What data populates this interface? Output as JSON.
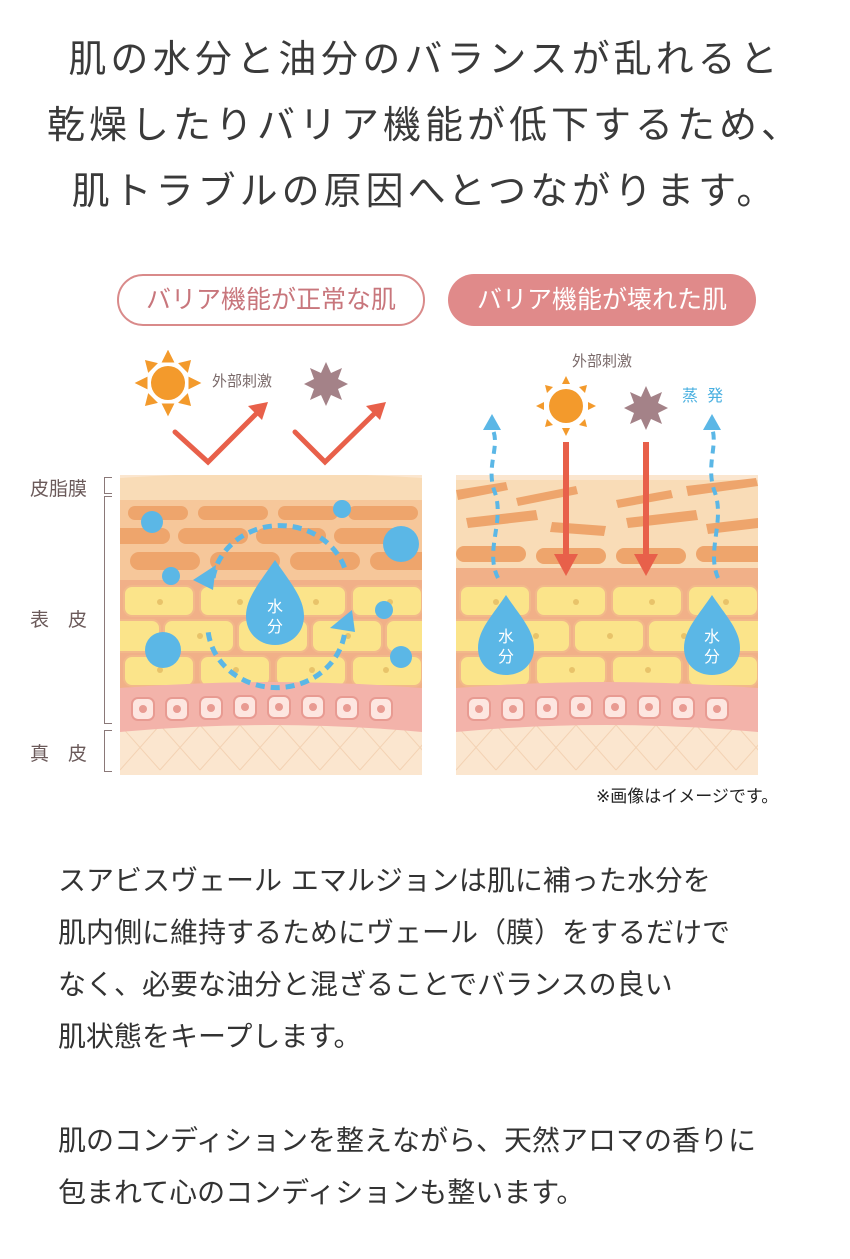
{
  "headline": {
    "line1": "肌の水分と油分のバランスが乱れると",
    "line2": "乾燥したりバリア機能が低下するため、",
    "line3": "肌トラブルの原因へとつながります。"
  },
  "diagram": {
    "label_normal": "バリア機能が正常な肌",
    "label_broken": "バリア機能が壊れた肌",
    "left_stimulus": "外部刺激",
    "right_stimulus": "外部刺激",
    "evaporation": "蒸 発",
    "water_left_1": "水",
    "water_left_2": "分",
    "water_r1_1": "水",
    "water_r1_2": "分",
    "water_r2_1": "水",
    "water_r2_2": "分",
    "layer_sebum": "皮脂膜",
    "layer_epidermis": "表　皮",
    "layer_dermis": "真　皮",
    "note": "※画像はイメージです。"
  },
  "body": {
    "p1_line1": "スアビスヴェール エマルジョンは肌に補った水分を",
    "p1_line2": "肌内側に維持するためにヴェール（膜）をするだけで",
    "p1_line3": "なく、必要な油分と混ざることでバランスの良い",
    "p1_line4": "肌状態をキープします。",
    "p2_line1": "肌のコンディションを整えながら、天然アロマの香りに",
    "p2_line2": "包まれて心のコンディションも整います。"
  },
  "colors": {
    "sun": "#f39a2c",
    "irritant": "#a48288",
    "arrow": "#e8604a",
    "water": "#5bb7e6",
    "pill_border": "#d98a8a",
    "pill_fill": "#e08a8a"
  }
}
